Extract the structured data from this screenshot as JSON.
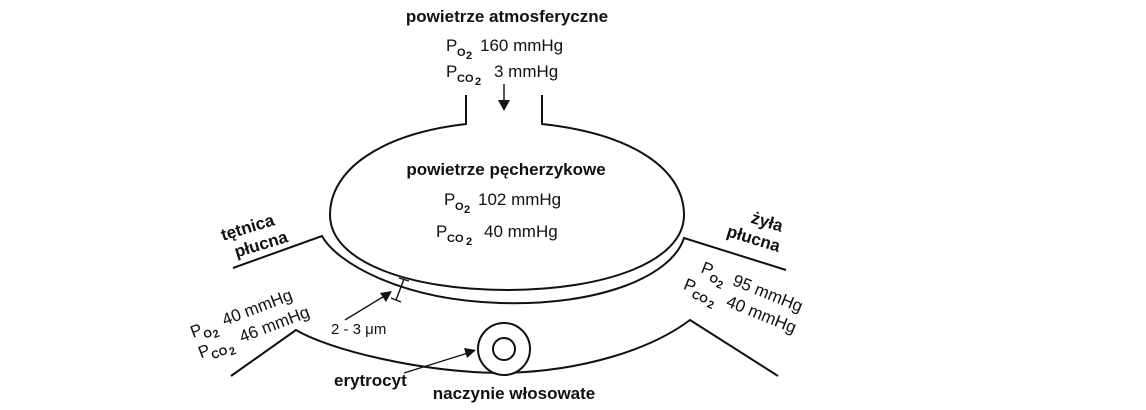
{
  "atmospheric": {
    "title": "powietrze atmosferyczne",
    "po2": {
      "label": "P",
      "sub": "O",
      "sub2": "2",
      "value": "160 mmHg"
    },
    "pco2": {
      "label": "P",
      "sub": "CO",
      "sub2": "2",
      "value": "3 mmHg"
    }
  },
  "alveolar": {
    "title": "powietrze pęcherzykowe",
    "po2": {
      "label": "P",
      "sub": "O",
      "sub2": "2",
      "value": "102 mmHg"
    },
    "pco2": {
      "label": "P",
      "sub": "CO",
      "sub2": "2",
      "value": "40 mmHg"
    }
  },
  "artery": {
    "title_line1": "tętnica",
    "title_line2": "płucna",
    "po2": {
      "label": "P",
      "sub": "O",
      "sub2": "2",
      "value": "40 mmHg"
    },
    "pco2": {
      "label": "P",
      "sub": "CO",
      "sub2": "2",
      "value": "46 mmHg"
    }
  },
  "vein": {
    "title_line1": "żyła",
    "title_line2": "płucna",
    "po2": {
      "label": "P",
      "sub": "O",
      "sub2": "2",
      "value": "95 mmHg"
    },
    "pco2": {
      "label": "P",
      "sub": "CO",
      "sub2": "2",
      "value": "40 mmHg"
    }
  },
  "membrane": {
    "thickness_label": "2 - 3 μm"
  },
  "erythrocyte": {
    "label": "erytrocyt"
  },
  "capillary": {
    "label": "naczynie włosowate"
  }
}
